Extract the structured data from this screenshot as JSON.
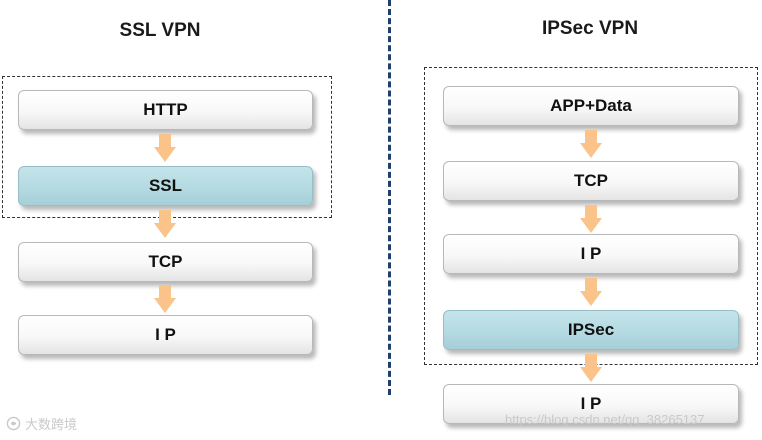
{
  "left": {
    "title": "SSL VPN",
    "layers": {
      "http": "HTTP",
      "ssl": "SSL",
      "tcp": "TCP",
      "ip": "I P"
    }
  },
  "right": {
    "title": "IPSec VPN",
    "layers": {
      "app": "APP+Data",
      "tcp": "TCP",
      "ip": "I P",
      "ipsec": "IPSec",
      "ip_outer": "I P"
    }
  },
  "colors": {
    "highlight_layer": "#b3d9e1",
    "arrow": "#f9c38a",
    "divider": "#1f3f6e"
  },
  "watermarks": {
    "left": "大数跨境",
    "right": "https://blog.csdn.net/qq_38265137"
  }
}
